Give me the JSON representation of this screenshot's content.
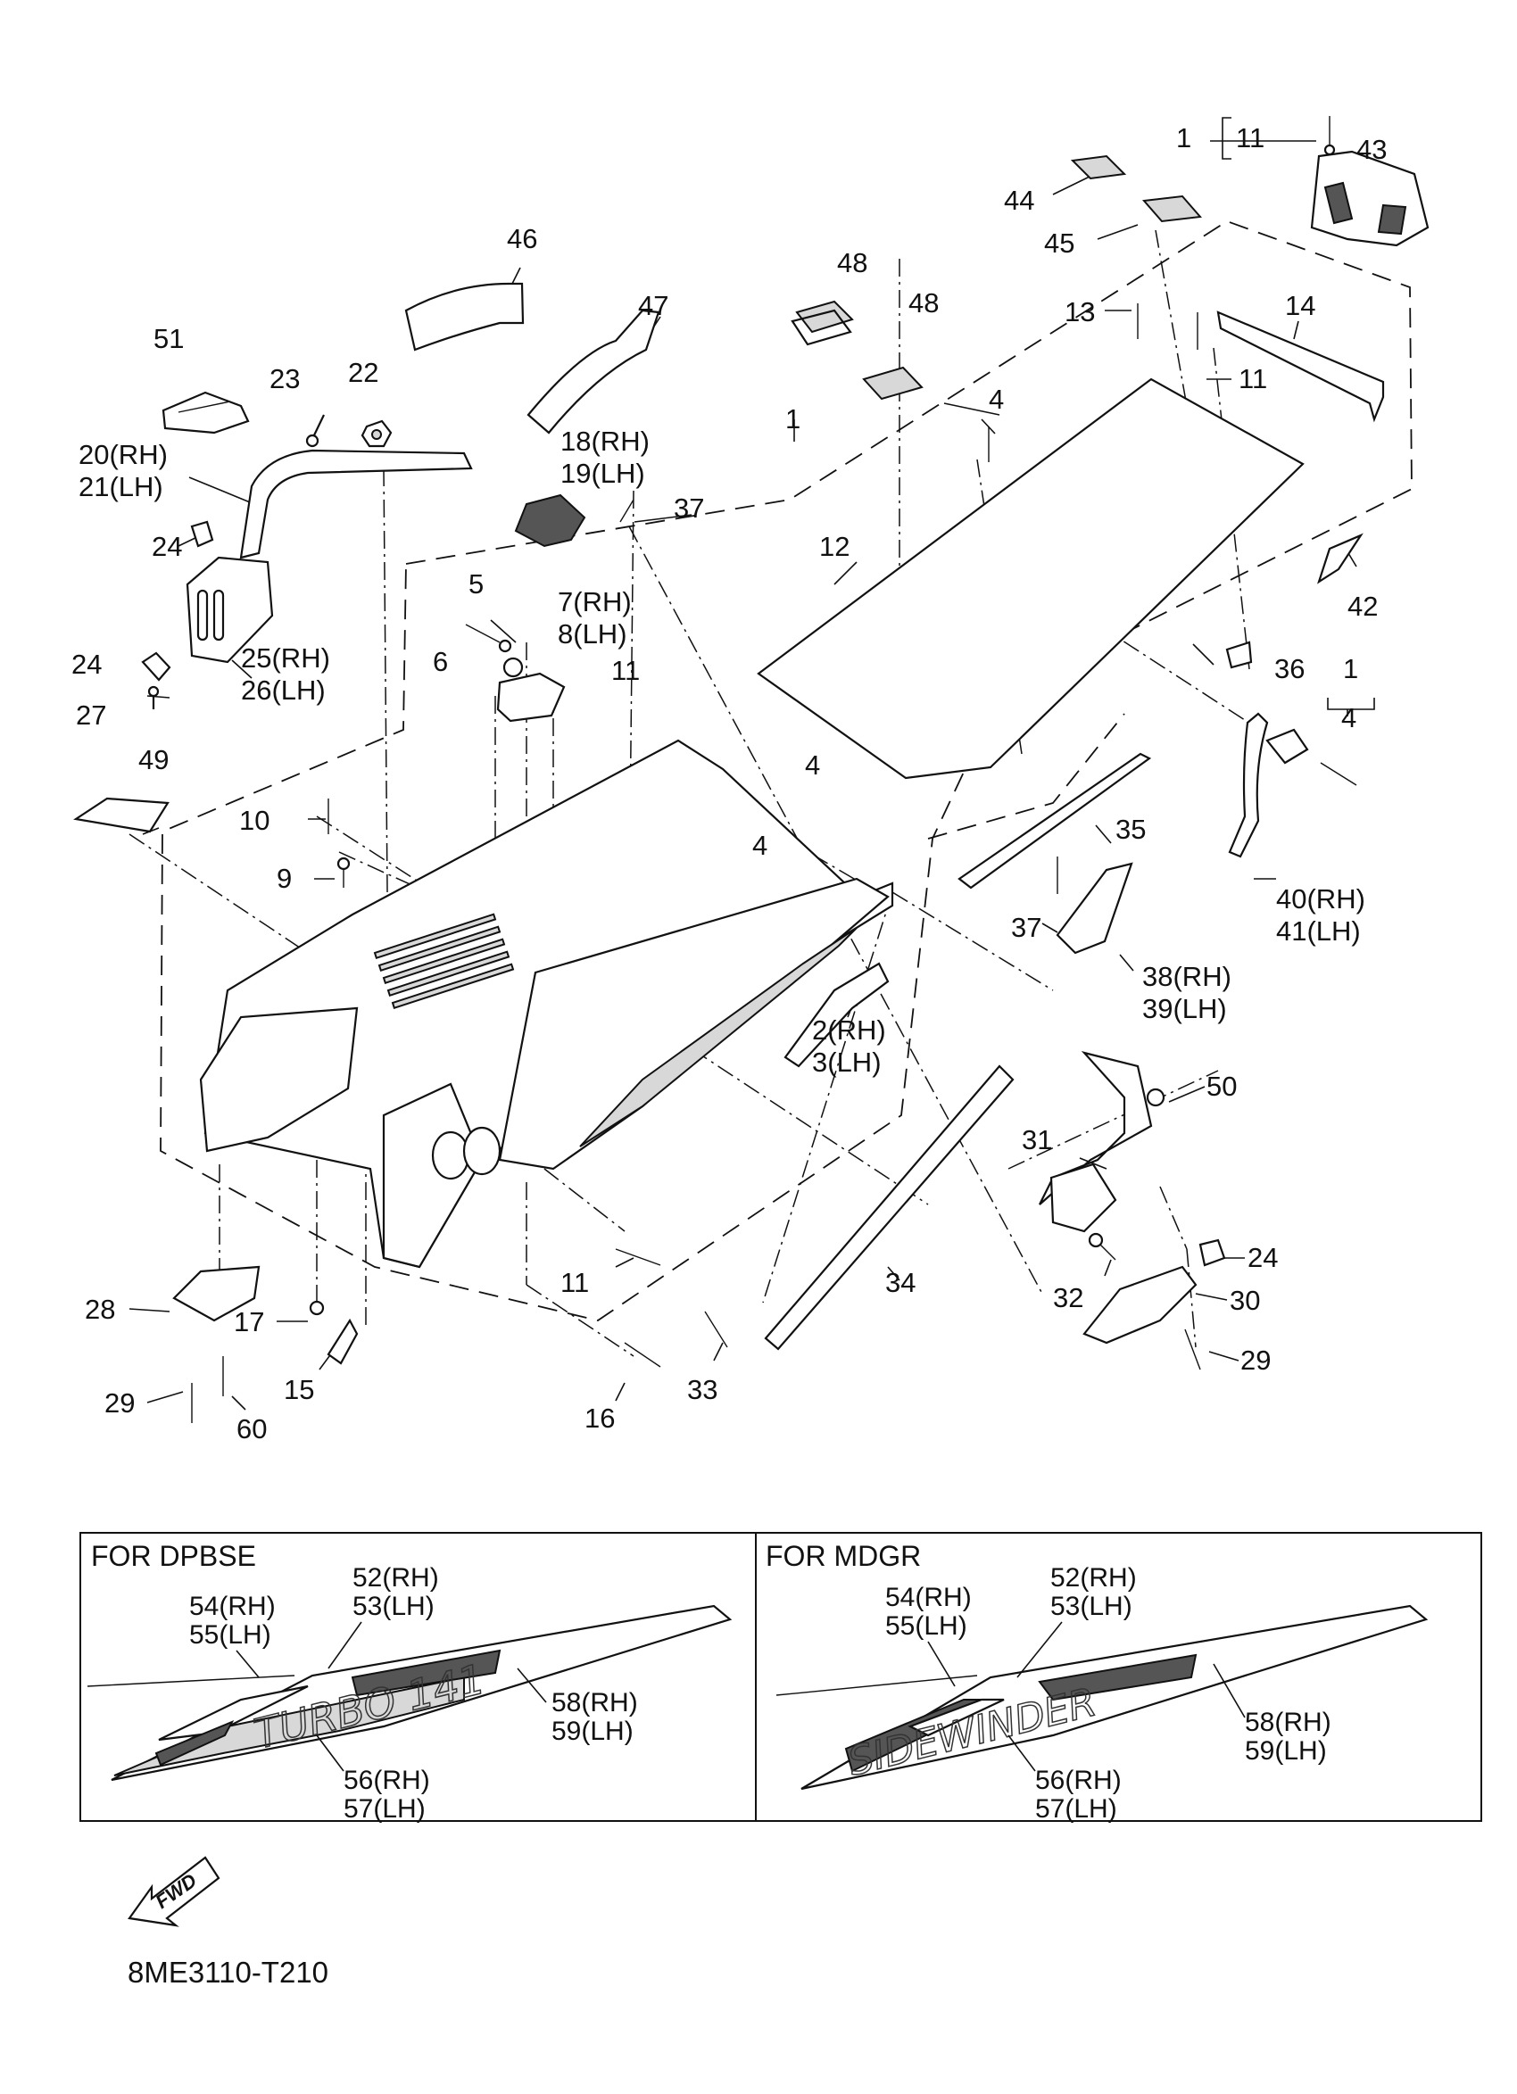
{
  "diagram_code": "8ME3110-T210",
  "fwd_label": "FWD",
  "panels": [
    {
      "title": "FOR DPBSE",
      "decal_text": "TURBO 141",
      "labels": [
        "54(RH)",
        "55(LH)",
        "52(RH)",
        "53(LH)",
        "58(RH)",
        "59(LH)",
        "56(RH)",
        "57(LH)"
      ]
    },
    {
      "title": "FOR MDGR",
      "decal_text": "SIDEWINDER",
      "labels": [
        "54(RH)",
        "55(LH)",
        "52(RH)",
        "53(LH)",
        "58(RH)",
        "59(LH)",
        "56(RH)",
        "57(LH)"
      ]
    }
  ],
  "callouts": {
    "c1a": "1",
    "c11a": "11",
    "c43": "43",
    "c44": "44",
    "c45": "45",
    "c46": "46",
    "c47": "47",
    "c48a": "48",
    "c48b": "48",
    "c51": "51",
    "c23": "23",
    "c22": "22",
    "c14": "14",
    "c13": "13",
    "c11b": "11",
    "c20": "20(RH)",
    "c21": "21(LH)",
    "c18": "18(RH)",
    "c19": "19(LH)",
    "c1b": "1",
    "c4a": "4",
    "c37a": "37",
    "c24a": "24",
    "c12": "12",
    "c42": "42",
    "c5": "5",
    "c7": "7(RH)",
    "c8": "8(LH)",
    "c25": "25(RH)",
    "c26": "26(LH)",
    "c6": "6",
    "c11c": "11",
    "c24b": "24",
    "c36": "36",
    "c1c": "1",
    "c4b": "4",
    "c27": "27",
    "c49": "49",
    "c4c": "4",
    "c10": "10",
    "c4d": "4",
    "c35": "35",
    "c9": "9",
    "c40": "40(RH)",
    "c41": "41(LH)",
    "c37b": "37",
    "c38": "38(RH)",
    "c39": "39(LH)",
    "c2": "2(RH)",
    "c3": "3(LH)",
    "c50": "50",
    "c31": "31",
    "c24c": "24",
    "c28": "28",
    "c17": "17",
    "c11d": "11",
    "c34": "34",
    "c32": "32",
    "c30": "30",
    "c29a": "29",
    "c29b": "29",
    "c15": "15",
    "c33": "33",
    "c16": "16",
    "c60": "60"
  }
}
